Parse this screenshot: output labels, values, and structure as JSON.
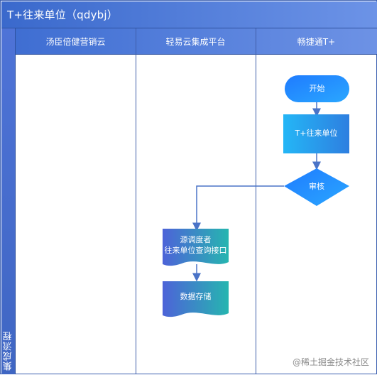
{
  "page": {
    "title": "T+往来单位（qdybj）",
    "side_label": "集成流程",
    "watermark": "@稀土掘金技术社区"
  },
  "lanes": [
    {
      "label": "汤臣倍健营销云"
    },
    {
      "label": "轻易云集成平台"
    },
    {
      "label": "畅捷通T+"
    }
  ],
  "nodes": {
    "start": "开始",
    "t_unit": "T+往来单位",
    "review": "审核",
    "source_query": "源调度者\n往来单位查询接口",
    "data_store": "数据存储"
  },
  "colors": {
    "title_bar_start": "#3a69cc",
    "title_bar_end": "#6c93e7",
    "lane_header_start": "#3f6ed2",
    "lane_header_end": "#6d92e5",
    "node_blue": "#1f7bff",
    "node_teal": "#25b8b0",
    "arrow": "#4a73c7",
    "border": "#3f5ea9",
    "watermark": "#8a8a8a"
  }
}
